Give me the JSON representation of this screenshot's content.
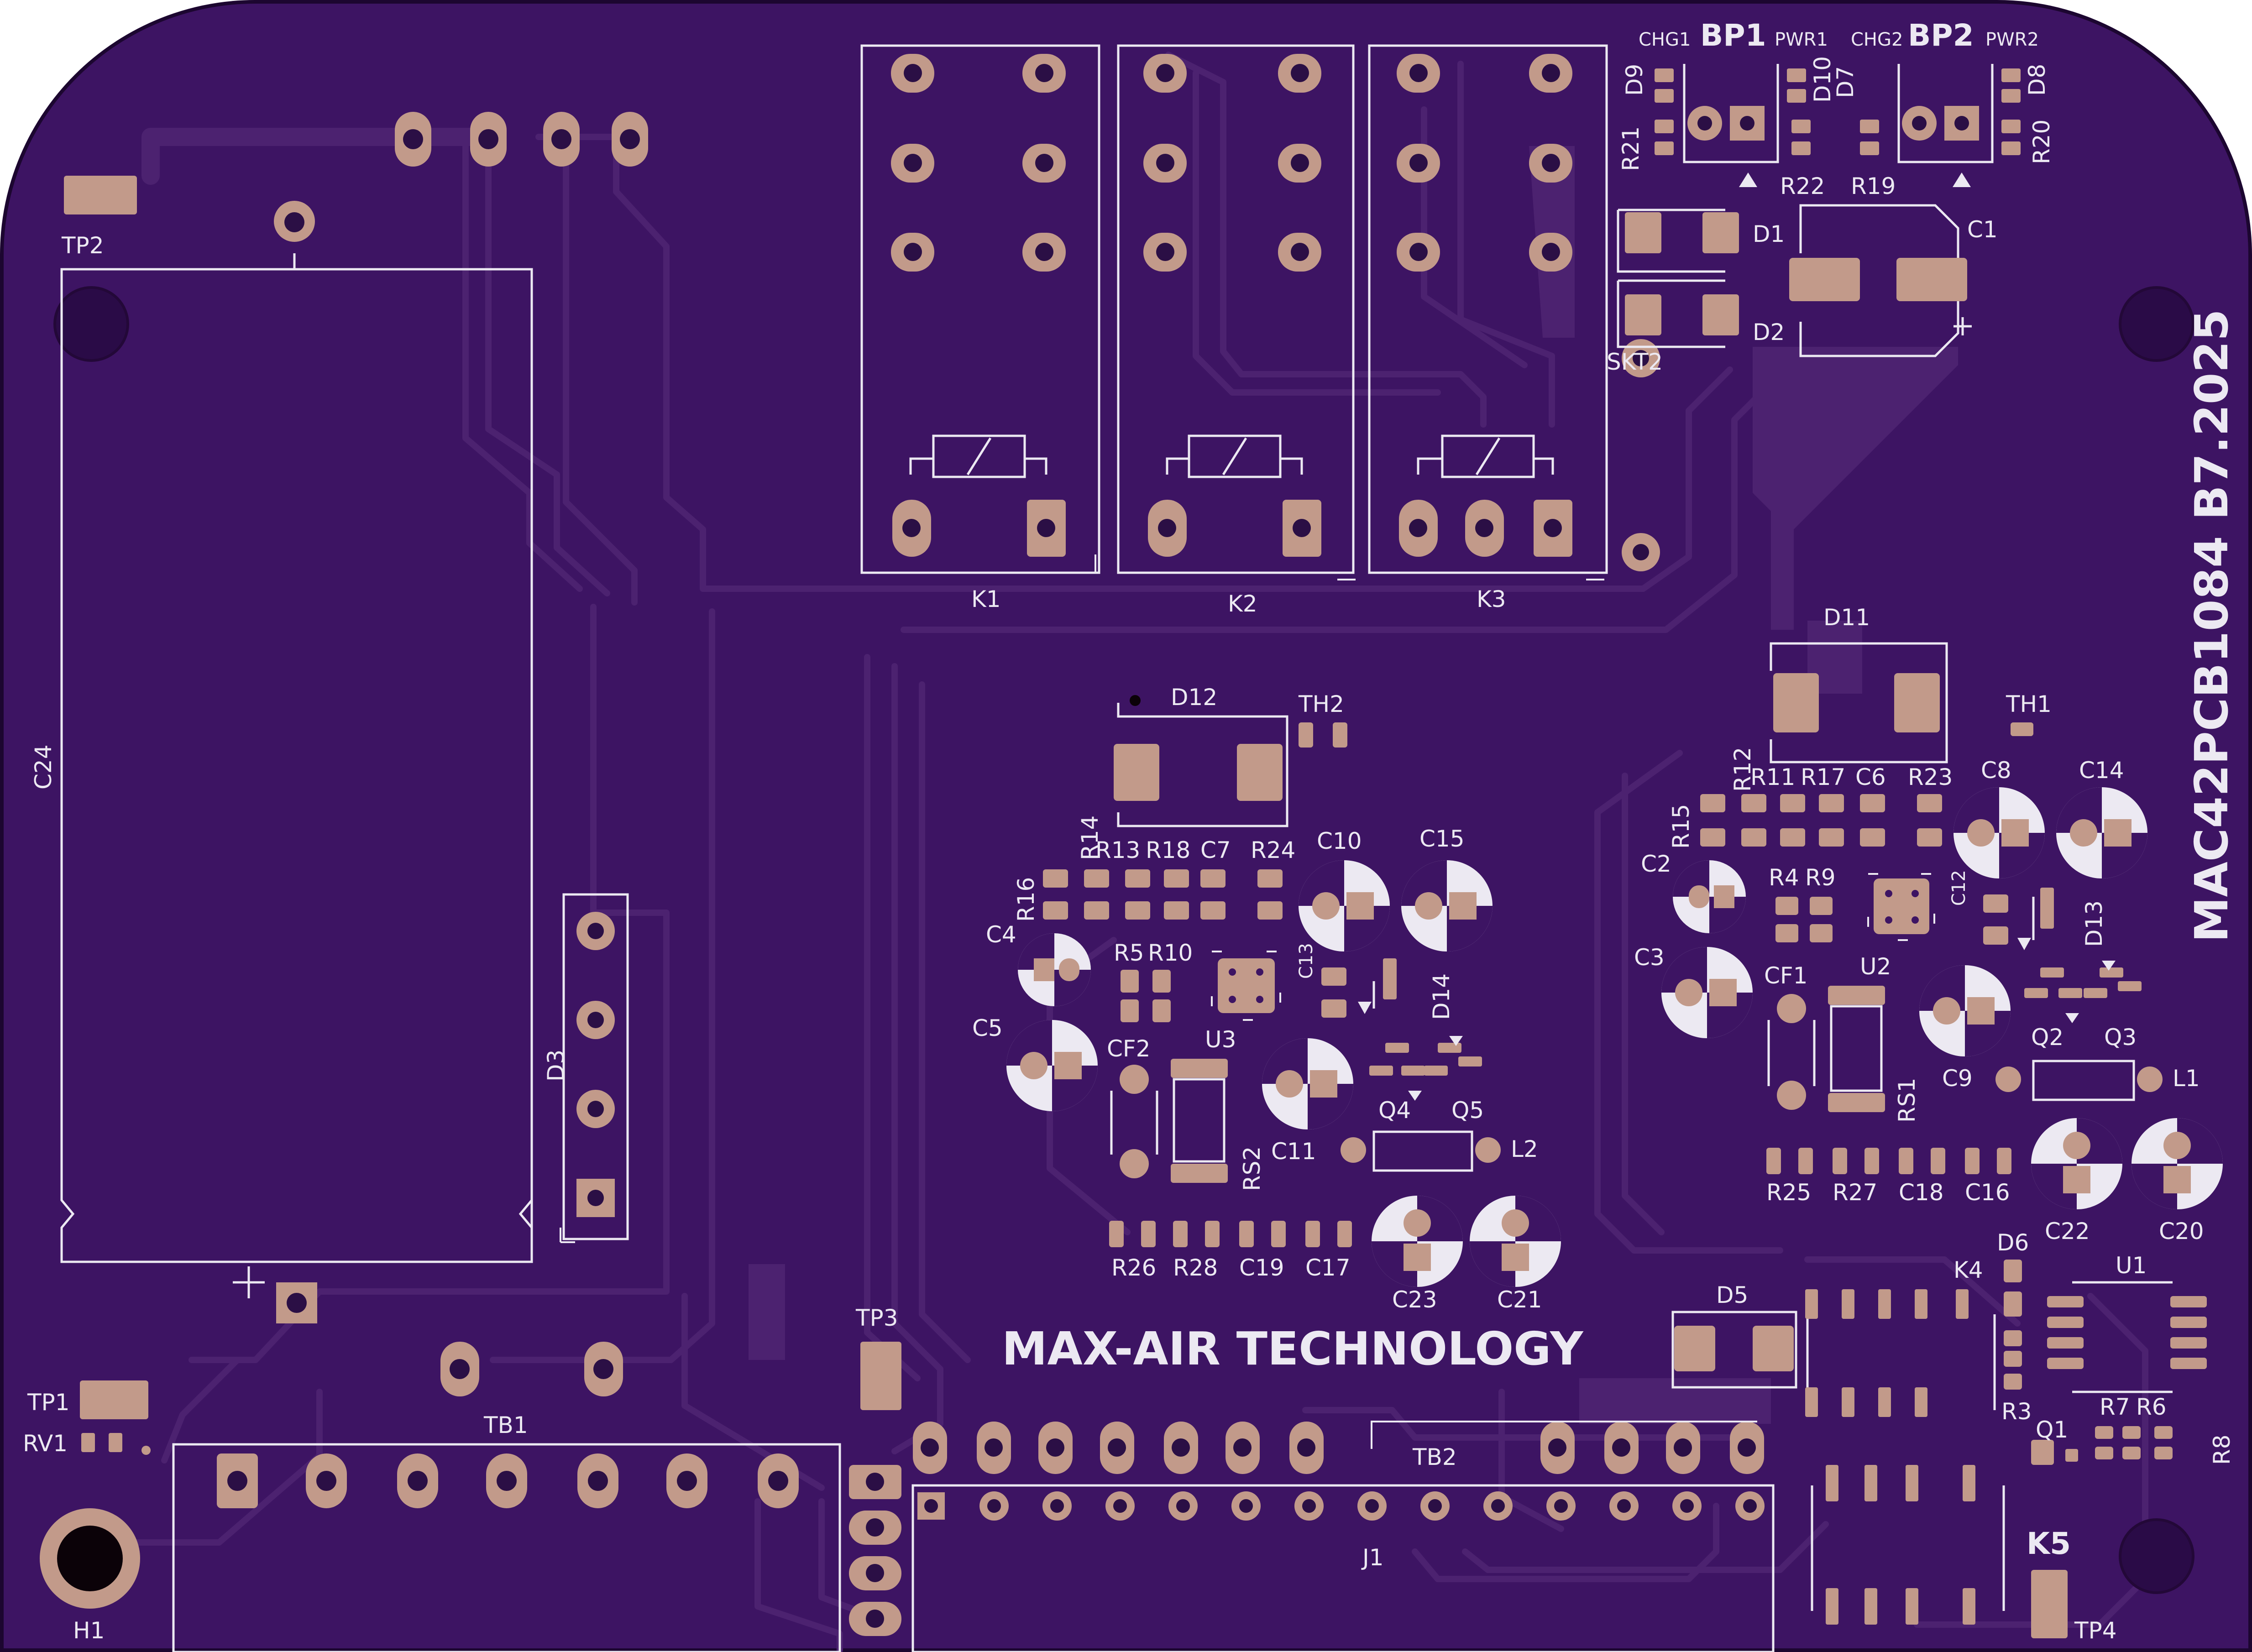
{
  "board": {
    "colors": {
      "soldermask": "#3d1463",
      "trace": "#4c2270",
      "silkscreen": "#ece9f2",
      "copper_pad": "#c29a8a"
    },
    "logo_text": "MAX-AIR TECHNOLOGY",
    "revision_text": "MAC42PCB1084 B7.2025"
  },
  "labels": {
    "tp2": "TP2",
    "tp1": "TP1",
    "rv1": "RV1",
    "h1": "H1",
    "c24": "C24",
    "d3": "D3",
    "tb1": "TB1",
    "tp3": "TP3",
    "k1": "K1",
    "k2": "K2",
    "k3": "K3",
    "skt2": "SKT2",
    "chg1": "CHG1",
    "bp1": "BP1",
    "pwr1": "PWR1",
    "chg2": "CHG2",
    "bp2": "BP2",
    "pwr2": "PWR2",
    "d9": "D9",
    "d10": "D10",
    "d7": "D7",
    "d8": "D8",
    "r21": "R21",
    "r22": "R22",
    "r19": "R19",
    "r20": "R20",
    "d1": "D1",
    "d2": "D2",
    "c1": "C1",
    "d11": "D11",
    "d12": "D12",
    "th2": "TH2",
    "th1": "TH1",
    "r14": "R14",
    "r13": "R13",
    "r18": "R18",
    "c7": "C7",
    "r24": "R24",
    "c10": "C10",
    "c15": "C15",
    "r16": "R16",
    "c4": "C4",
    "r5": "R5",
    "r10": "R10",
    "c13": "C13",
    "d14": "D14",
    "u3": "U3",
    "c5": "C5",
    "cf2": "CF2",
    "c11": "C11",
    "q4": "Q4",
    "q5": "Q5",
    "l2": "L2",
    "rs2": "RS2",
    "r26": "R26",
    "r28": "R28",
    "c19": "C19",
    "c17": "C17",
    "c23": "C23",
    "c21": "C21",
    "r12": "R12",
    "r11": "R11",
    "r17": "R17",
    "c6": "C6",
    "r23": "R23",
    "c8": "C8",
    "c14": "C14",
    "r15": "R15",
    "c2": "C2",
    "r4": "R4",
    "r9": "R9",
    "c12": "C12",
    "d13": "D13",
    "u2": "U2",
    "c3": "C3",
    "cf1": "CF1",
    "c9": "C9",
    "q2": "Q2",
    "q3": "Q3",
    "l1": "L1",
    "rs1": "RS1",
    "r25": "R25",
    "r27": "R27",
    "c18": "C18",
    "c16": "C16",
    "c22": "C22",
    "c20": "C20",
    "d5": "D5",
    "d6": "D6",
    "k4": "K4",
    "u1": "U1",
    "r3": "R3",
    "r7": "R7",
    "r6": "R6",
    "r8": "R8",
    "q1": "Q1",
    "k5": "K5",
    "tp4": "TP4",
    "tb2": "TB2",
    "j1": "J1"
  }
}
